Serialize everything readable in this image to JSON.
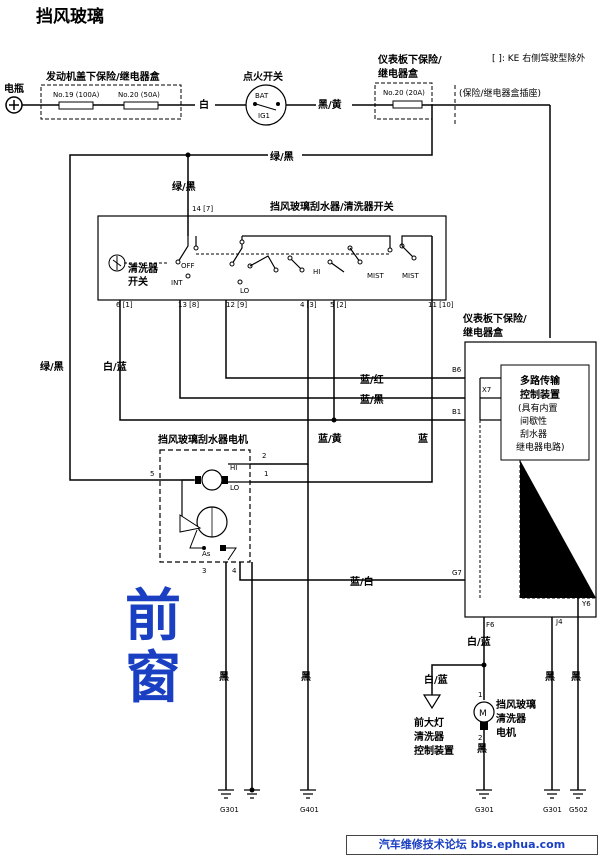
{
  "page_title": "挡风玻璃",
  "note": "[ ]: KE 右侧驾驶型除外",
  "battery": {
    "label": "电瓶"
  },
  "engine_fuse_box": {
    "label": "发动机盖下保险/继电器盒",
    "fuse_a": "No.19 (100A)",
    "fuse_b": "No.20 (50A)"
  },
  "ignition": {
    "label": "点火开关",
    "bat": "BAT",
    "ig1": "IG1"
  },
  "dash_fuse_box": {
    "label_line1": "仪表板下保险/",
    "label_line2": "继电器盒",
    "fuse": "No.20 (20A)",
    "note": "(保险/继电器盒插座)"
  },
  "dash_fuse_box_lower": {
    "label_line1": "仪表板下保险/",
    "label_line2": "继电器盒"
  },
  "wires": {
    "white": "白",
    "black_yellow": "黑/黄",
    "green_black": "绿/黑",
    "green_black_2": "绿/黑",
    "green_black_3": "绿/黑",
    "white_blue": "白/蓝",
    "blue_red": "蓝/红",
    "blue_black": "蓝/黑",
    "blue_yellow": "蓝/黄",
    "blue": "蓝",
    "blue_white": "蓝/白",
    "white_blue_2": "白/蓝",
    "white_blue_3": "白/蓝",
    "black_1": "黑",
    "black_2": "黑",
    "black_3": "黑",
    "black_4": "黑",
    "black_5": "黑"
  },
  "wiper_switch": {
    "label": "挡风玻璃刮水器/清洗器开关",
    "washer_line1": "清洗器",
    "washer_line2": "开关",
    "off": "OFF",
    "int": "INT",
    "lo": "LO",
    "hi": "HI",
    "mist": "MIST",
    "mist2": "MIST",
    "pins": {
      "top": "14 [7]",
      "p6": "6 [1]",
      "p13": "13 [8]",
      "p12": "12 [9]",
      "p4": "4 [3]",
      "p5": "5 [2]",
      "p11": "11 [10]"
    }
  },
  "control_unit": {
    "line1": "多路传输",
    "line2": "控制装置",
    "line3": "(具有内置",
    "line4": "间歇性",
    "line5": "刮水器",
    "line6": "继电器电路)",
    "pins": {
      "b6": "B6",
      "x7": "X7",
      "b1": "B1",
      "g7": "G7",
      "f6": "F6",
      "j4": "J4",
      "y6": "Y6"
    }
  },
  "wiper_motor": {
    "label": "挡风玻璃刮水器电机",
    "hi": "HI",
    "lo": "LO",
    "as": "As",
    "pins": {
      "p2": "2",
      "p1": "1",
      "p5": "5",
      "p3": "3",
      "p4": "4"
    }
  },
  "washer_motor": {
    "line1": "挡风玻璃",
    "line2": "清洗器",
    "line3": "电机",
    "m": "M",
    "p1": "1",
    "p2": "2"
  },
  "headlight_washer": {
    "line1": "前大灯",
    "line2": "清洗器",
    "line3": "控制装置"
  },
  "grounds": {
    "g301_a": "G301",
    "g401": "G401",
    "g301_b": "G301",
    "g301_c": "G301",
    "g502": "G502"
  },
  "watermark": {
    "line1": "前",
    "line2": "窗"
  },
  "forum": "汽车维修技术论坛 bbs.ephua.com"
}
